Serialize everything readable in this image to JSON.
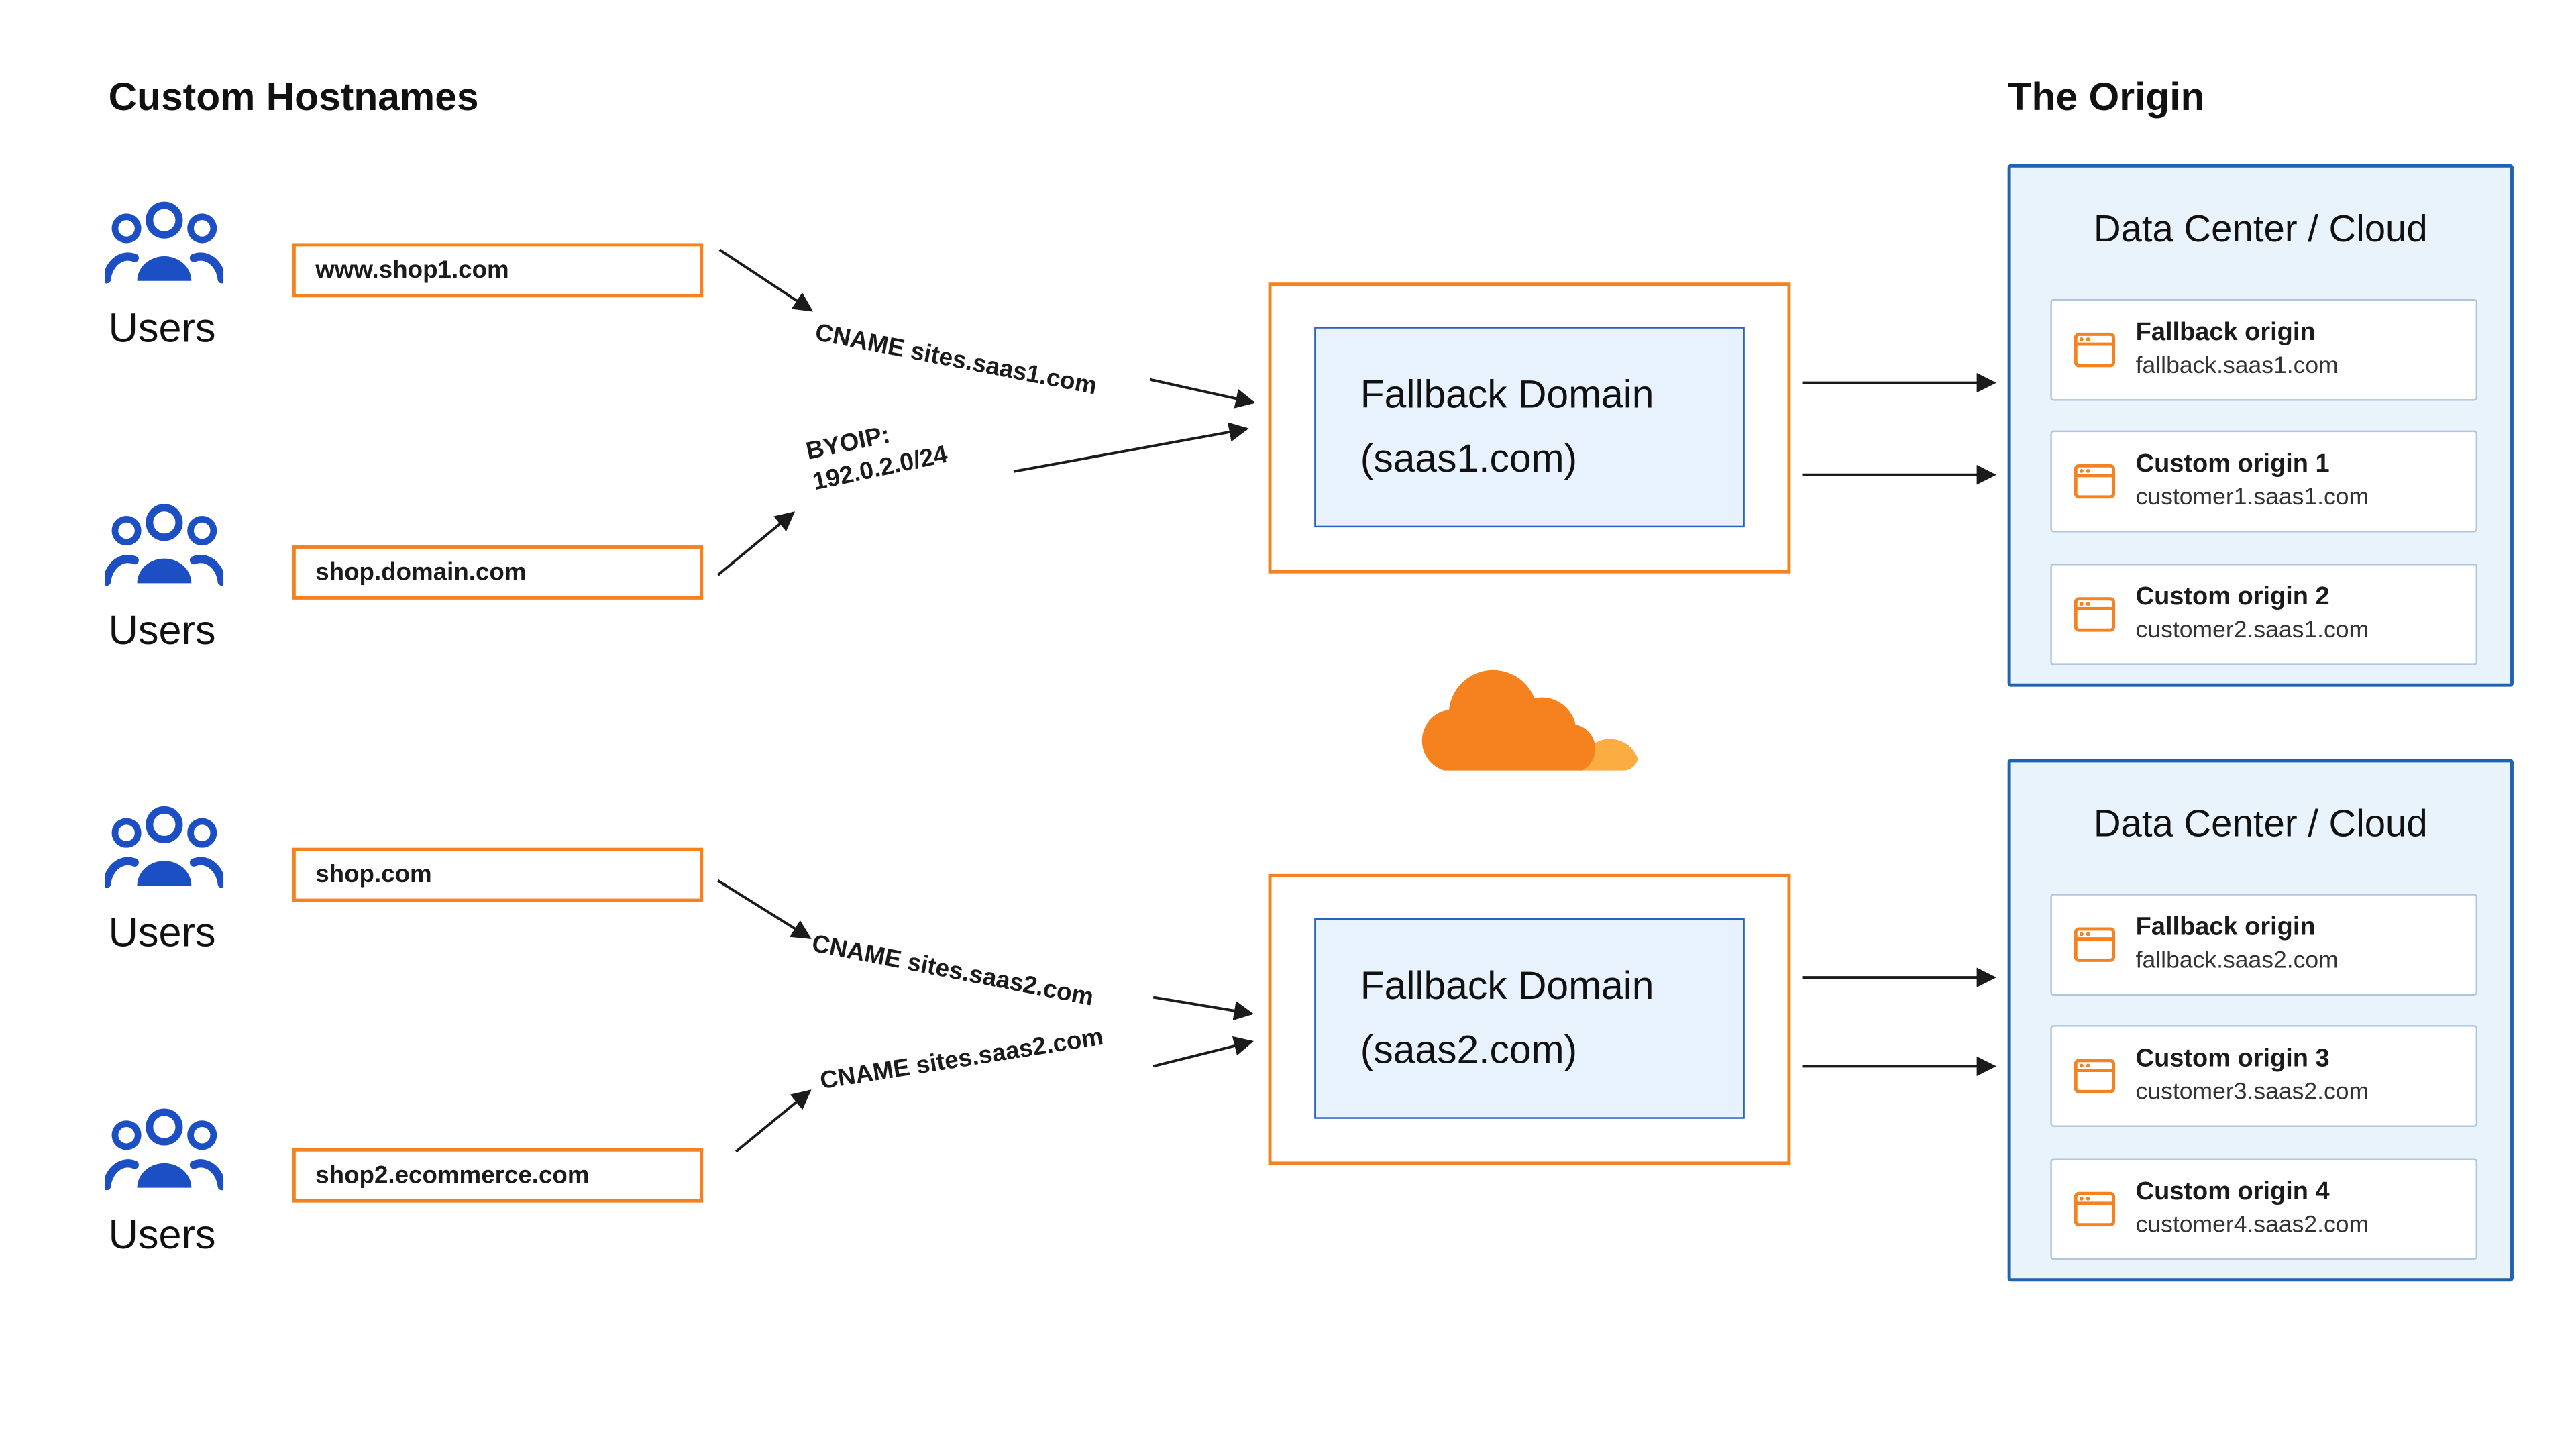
{
  "titles": {
    "left": "Custom Hostnames",
    "right": "The Origin"
  },
  "users_label": "Users",
  "hostnames": [
    "www.shop1.com",
    "shop.domain.com",
    "shop.com",
    "shop2.ecommerce.com"
  ],
  "arrows": {
    "cname_saas1": "CNAME sites.saas1.com",
    "byoip_line1": "BYOIP:",
    "byoip_line2": "192.0.2.0/24",
    "cname_saas2_top": "CNAME sites.saas2.com",
    "cname_saas2_bottom": "CNAME sites.saas2.com"
  },
  "fallback_domains": [
    {
      "line1": "Fallback Domain",
      "line2": "(saas1.com)"
    },
    {
      "line1": "Fallback Domain",
      "line2": "(saas2.com)"
    }
  ],
  "data_centers": [
    {
      "title": "Data Center / Cloud",
      "origins": [
        {
          "name": "Fallback origin",
          "host": "fallback.saas1.com"
        },
        {
          "name": "Custom origin 1",
          "host": "customer1.saas1.com"
        },
        {
          "name": "Custom origin 2",
          "host": "customer2.saas1.com"
        }
      ]
    },
    {
      "title": "Data Center / Cloud",
      "origins": [
        {
          "name": "Fallback origin",
          "host": "fallback.saas2.com"
        },
        {
          "name": "Custom origin 3",
          "host": "customer3.saas2.com"
        },
        {
          "name": "Custom origin 4",
          "host": "customer4.saas2.com"
        }
      ]
    }
  ],
  "icons": {
    "users": "users-group-icon",
    "browser": "browser-window-icon",
    "logo": "cloudflare-logo-icon"
  },
  "colors": {
    "orange": "#F6821F",
    "gold": "#FBAD41",
    "blue_border": "#1E62B4",
    "blue_icon": "#1D4FC4",
    "panel_bg": "#E9F3FB",
    "inner_box_bg": "#E7F2FC",
    "inner_box_border": "#2B62C1",
    "card_border": "#AFC6DE",
    "text": "#1B1B1B"
  }
}
